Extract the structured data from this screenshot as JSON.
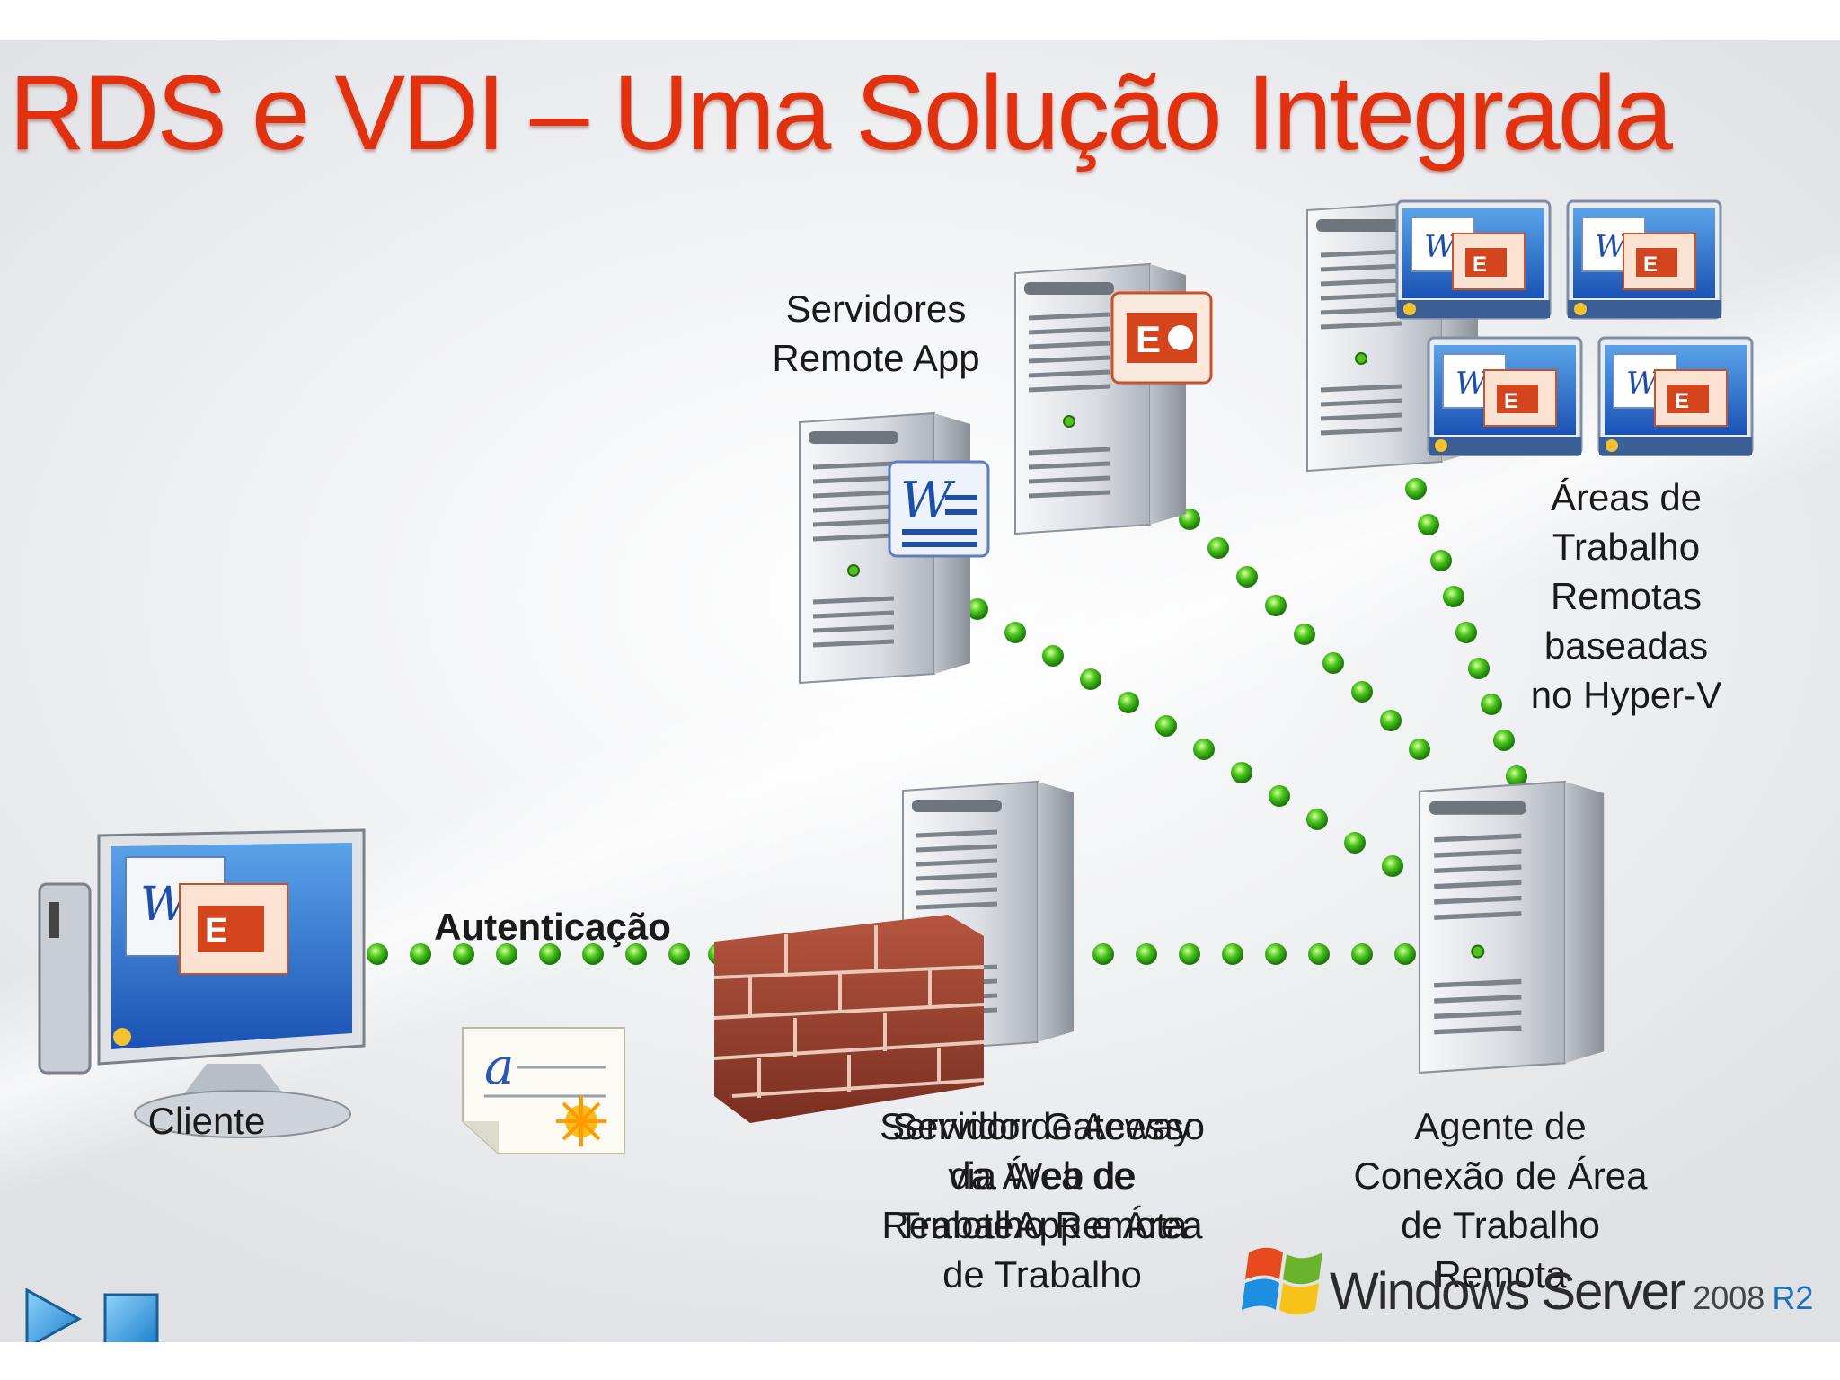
{
  "title": "RDS e VDI – Uma Solução Integrada",
  "labels": {
    "remoteapp_servers": [
      "Servidores",
      "Remote App"
    ],
    "hyperv_desktops": [
      "Áreas de",
      "Trabalho",
      "Remotas",
      "baseadas",
      "no Hyper-V"
    ],
    "authentication": "Autenticação",
    "client": "Cliente",
    "gateway_overlap_a": [
      "Servidor Gateway",
      "da Área de",
      "Trabalho Remota"
    ],
    "gateway_overlap_b": [
      "Servidor de Acesso",
      "via Web de",
      "RemoteApp e Área",
      "de Trabalho"
    ],
    "broker": [
      "Agente de",
      "Conexão de Área",
      "de Trabalho",
      "Remota"
    ]
  },
  "branding": {
    "product": "Windows Server",
    "version": "2008",
    "edition": "R2"
  },
  "colors": {
    "title": "#e2310e",
    "connection_dots": "#3fbf1a",
    "brand_r2": "#1e6fc0"
  },
  "icons": [
    "monitor-icon",
    "server-icon",
    "firewall-icon",
    "certificate-icon",
    "word-icon",
    "powerpoint-icon",
    "windows-flag-icon",
    "play-icon",
    "stop-icon"
  ]
}
